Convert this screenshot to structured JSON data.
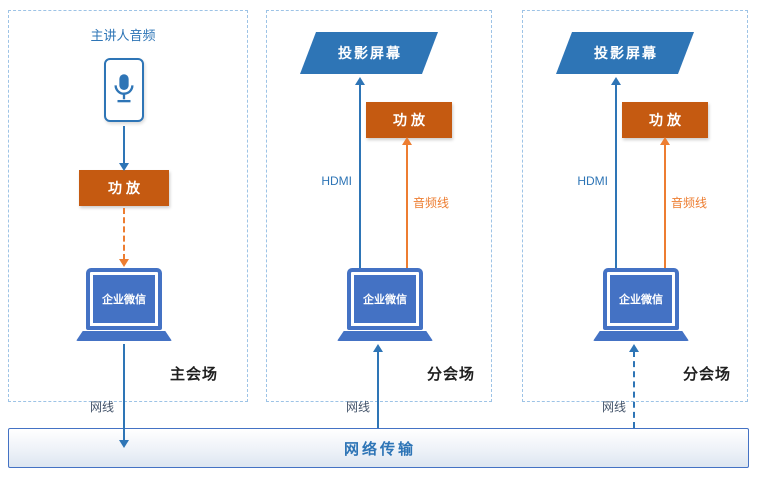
{
  "panels": [
    {
      "title": "主会场",
      "speaker_audio_label": "主讲人音频",
      "amplifier_label": "功放",
      "laptop_app_label": "企业微信",
      "network_cable_label": "网线"
    },
    {
      "title": "分会场",
      "projection_screen_label": "投影屏幕",
      "amplifier_label": "功放",
      "hdmi_label": "HDMI",
      "audio_cable_label": "音频线",
      "laptop_app_label": "企业微信",
      "network_cable_label": "网线"
    },
    {
      "title": "分会场",
      "projection_screen_label": "投影屏幕",
      "amplifier_label": "功放",
      "hdmi_label": "HDMI",
      "audio_cable_label": "音频线",
      "laptop_app_label": "企业微信",
      "network_cable_label": "网线"
    }
  ],
  "network_bar": {
    "label": "网络传输"
  },
  "icons": {
    "microphone": "studio-microphone"
  },
  "colors": {
    "primary_blue": "#2E75B6",
    "laptop_blue": "#4472C4",
    "amplifier_orange": "#C55A11",
    "cable_orange": "#ED7D31",
    "panel_border_blue": "#9DC3E6",
    "cable_label_color": "#44546A"
  }
}
